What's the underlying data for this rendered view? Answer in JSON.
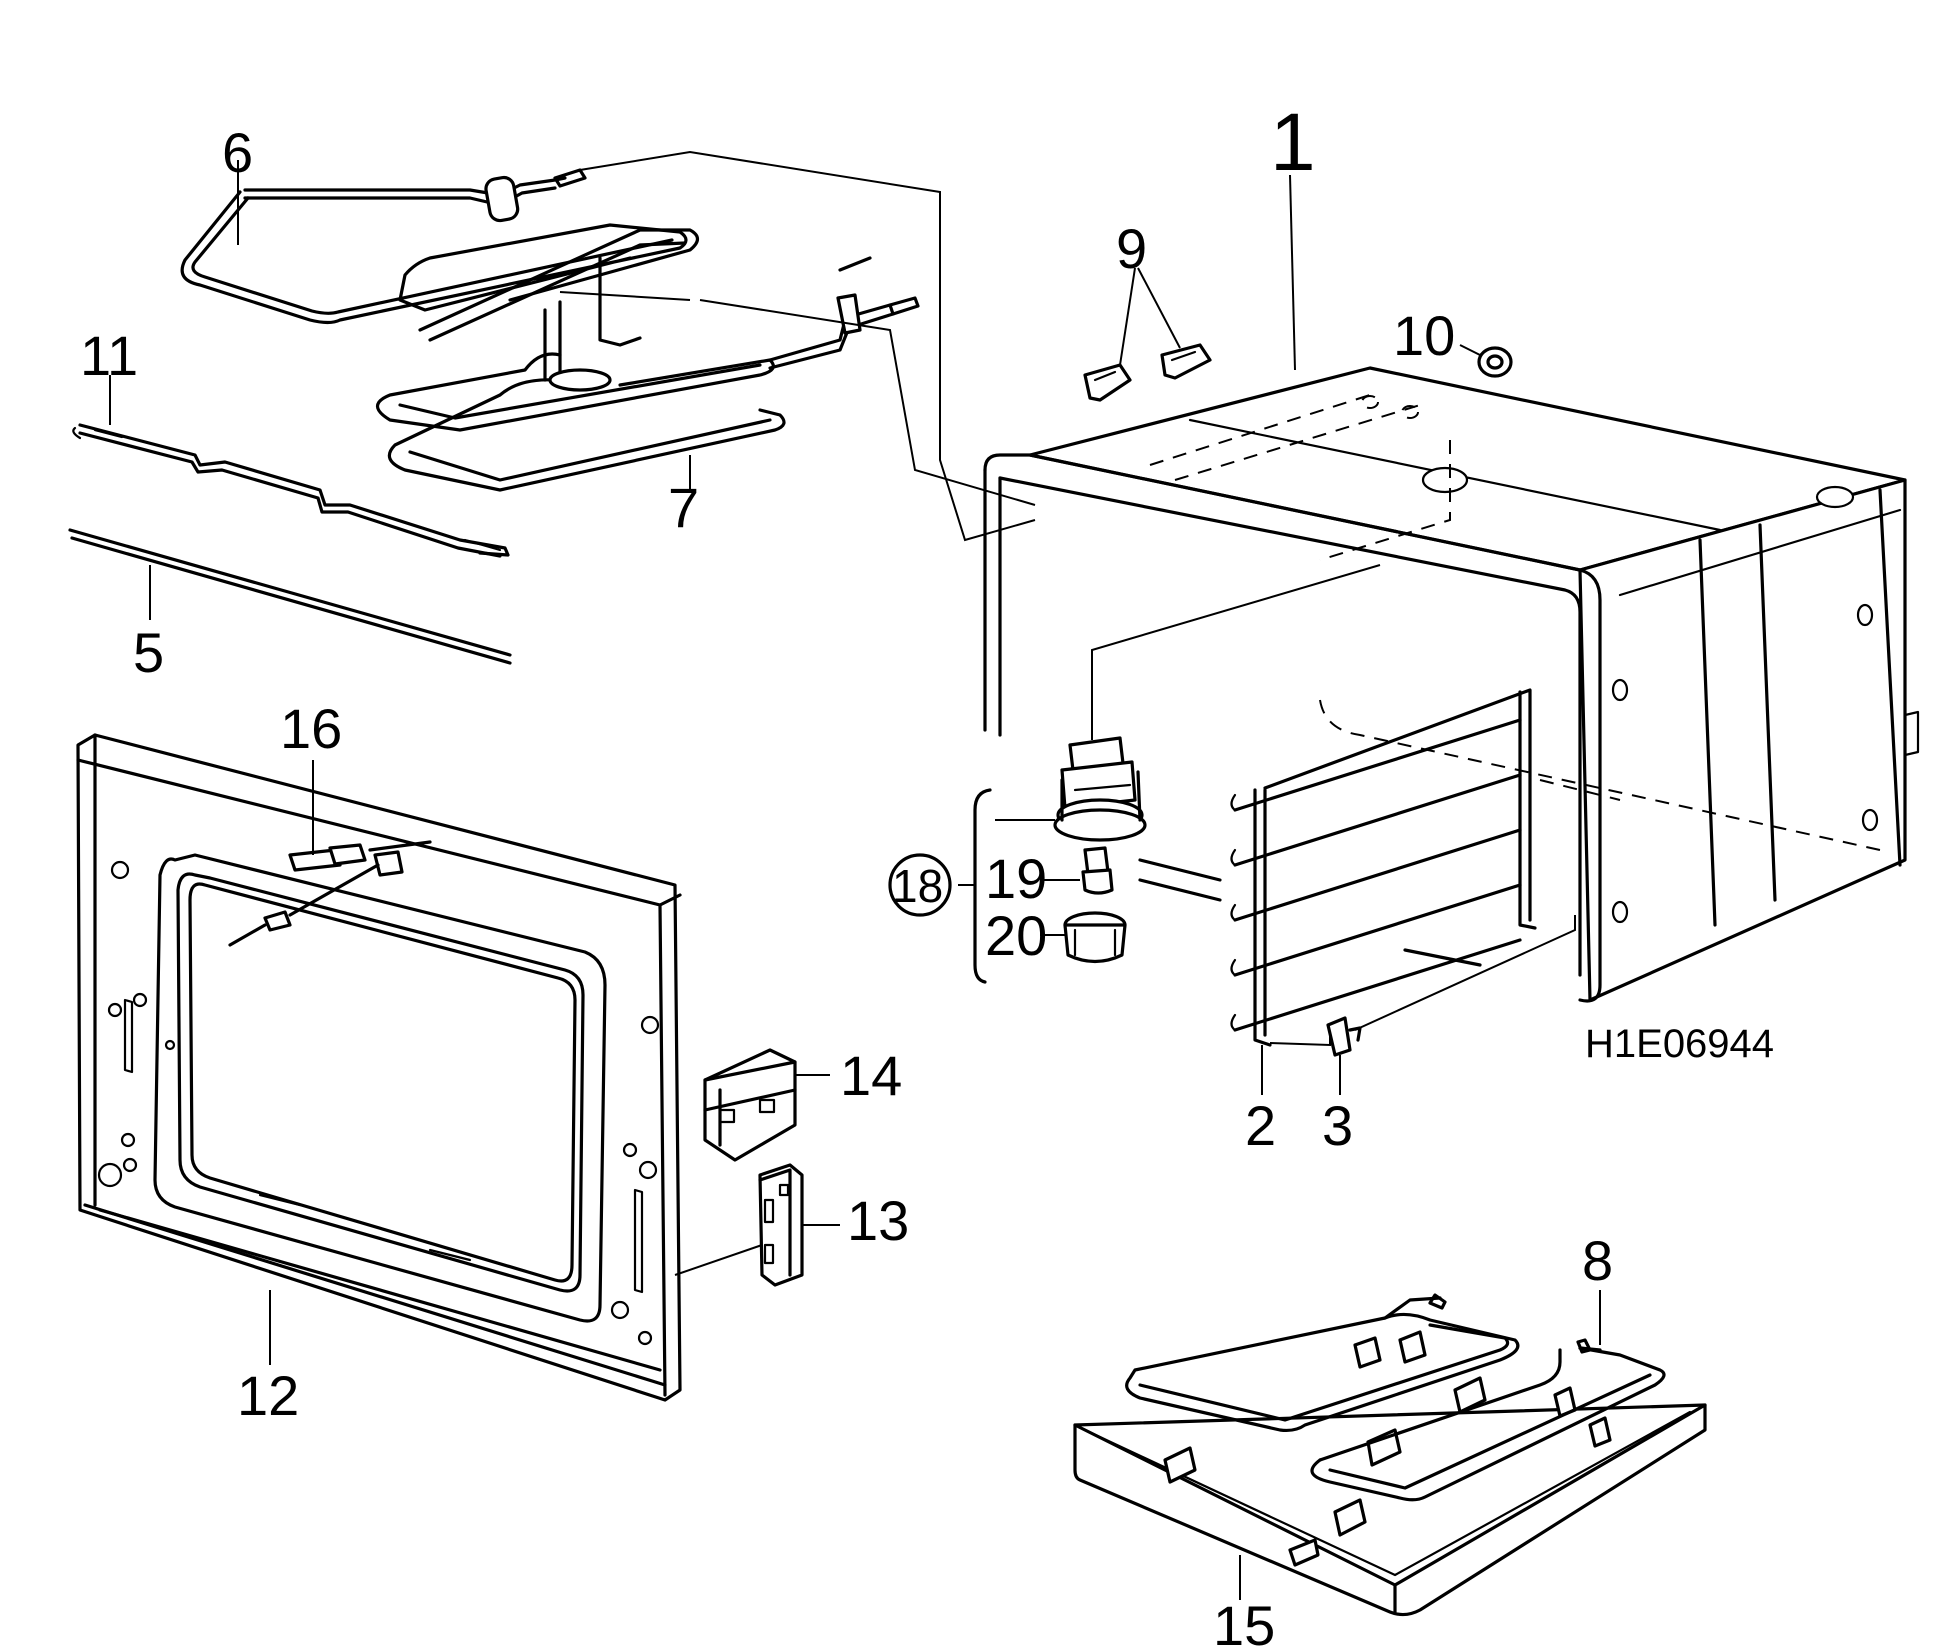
{
  "drawing": {
    "reference_code": "H1E06944",
    "callouts": {
      "c1": "1",
      "c2": "2",
      "c3": "3",
      "c5": "5",
      "c6": "6",
      "c7": "7",
      "c8": "8",
      "c9": "9",
      "c10": "10",
      "c11": "11",
      "c12": "12",
      "c13": "13",
      "c14": "14",
      "c15": "15",
      "c16": "16",
      "c18": "18",
      "c19": "19",
      "c20": "20"
    }
  }
}
